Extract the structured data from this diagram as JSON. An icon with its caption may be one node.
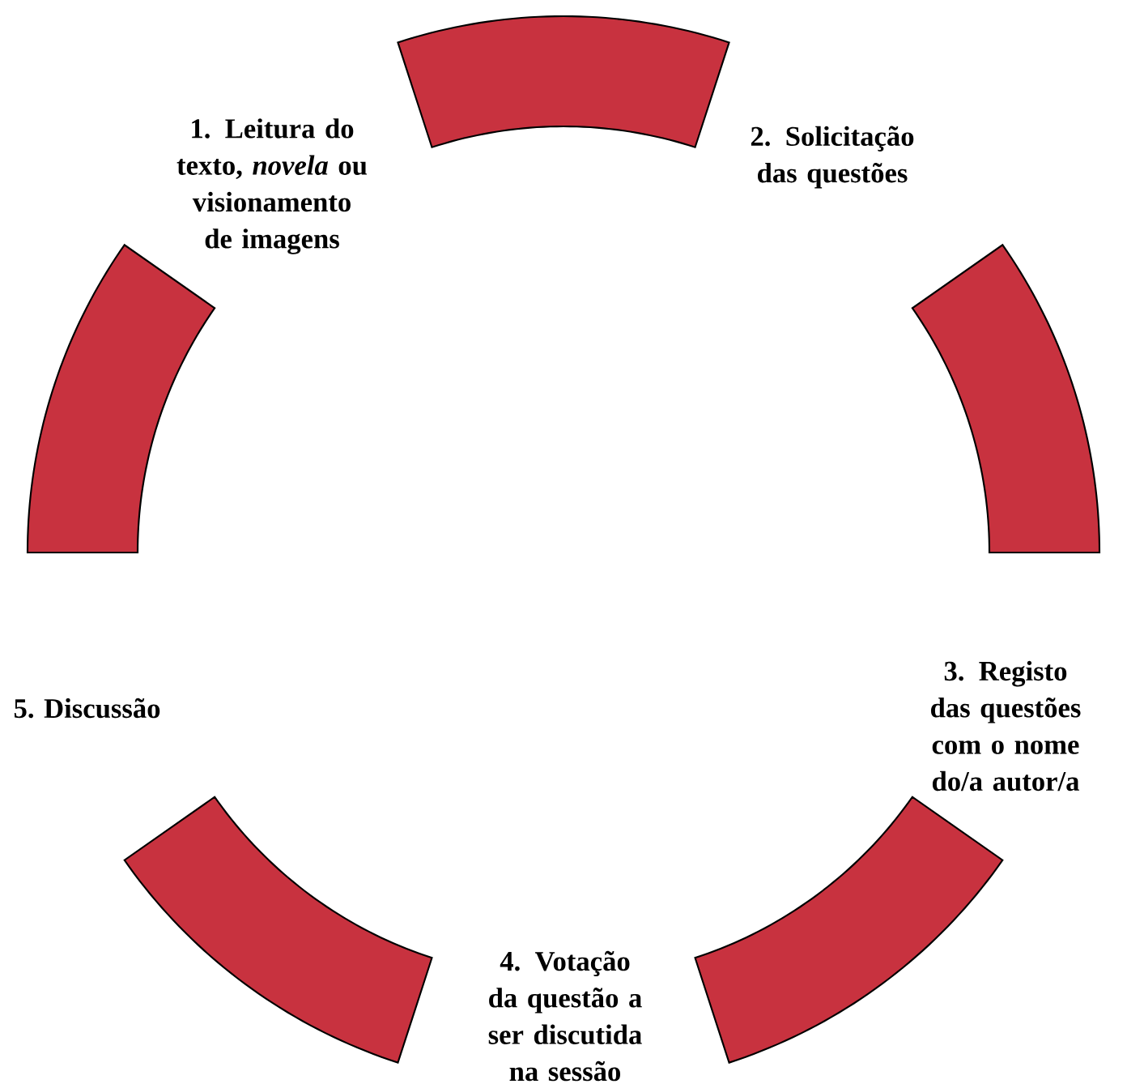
{
  "diagram": {
    "nodes": [
      {
        "text": [],
        "shape": "band"
      },
      {
        "text": [],
        "shape": "band"
      },
      {
        "text": [],
        "shape": "band"
      },
      {
        "text": [],
        "shape": "band"
      },
      {
        "text": [],
        "shape": "band"
      }
    ],
    "labels": [
      "1. Leitura do texto, *novela* ou visionamento de imagens",
      "2. Solicitação das questões",
      "3. Registo das questões com o nome do/a autor/a",
      "4. Votação da questão a ser discutida na sessão",
      "5. Discussão"
    ]
  }
}
